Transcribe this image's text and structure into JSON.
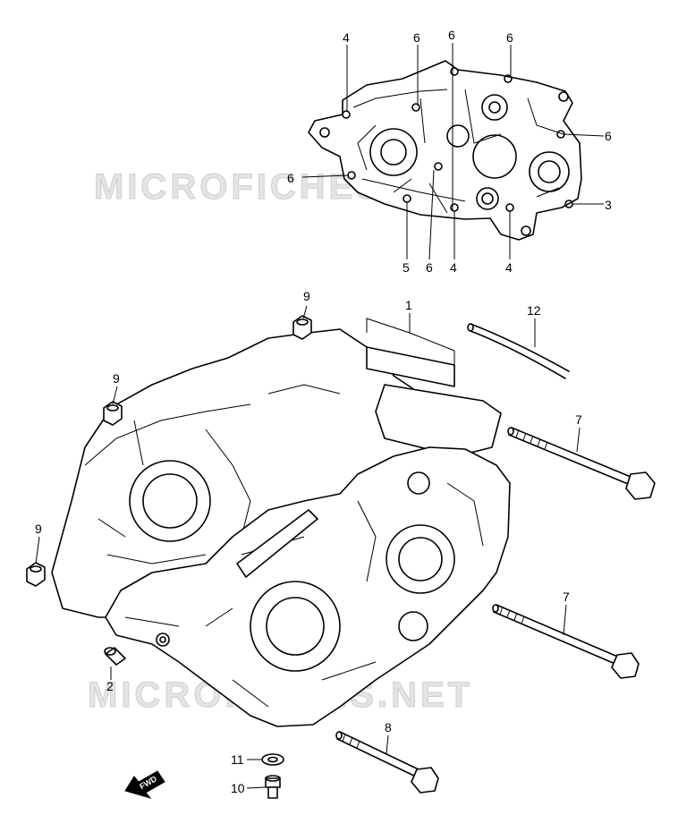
{
  "watermark": {
    "top": "MICROFICHES.NET",
    "bottom": "MICROFICHES.NET"
  },
  "direction_badge": "FWD",
  "callouts": {
    "inset_4a": "4",
    "inset_6a": "6",
    "inset_6b": "6",
    "inset_6c": "6",
    "inset_6_right": "6",
    "inset_6_left": "6",
    "inset_3": "3",
    "inset_5": "5",
    "inset_6_bottom": "6",
    "inset_4_bottom_a": "4",
    "inset_4_bottom_b": "4",
    "crankcase_1": "1",
    "dowel_2": "2",
    "bolt_7_upper": "7",
    "bolt_7_lower": "7",
    "bolt_8": "8",
    "nut_9_top": "9",
    "nut_9_mid": "9",
    "nut_9_left": "9",
    "screw_10": "10",
    "washer_11": "11",
    "hose_12": "12"
  }
}
